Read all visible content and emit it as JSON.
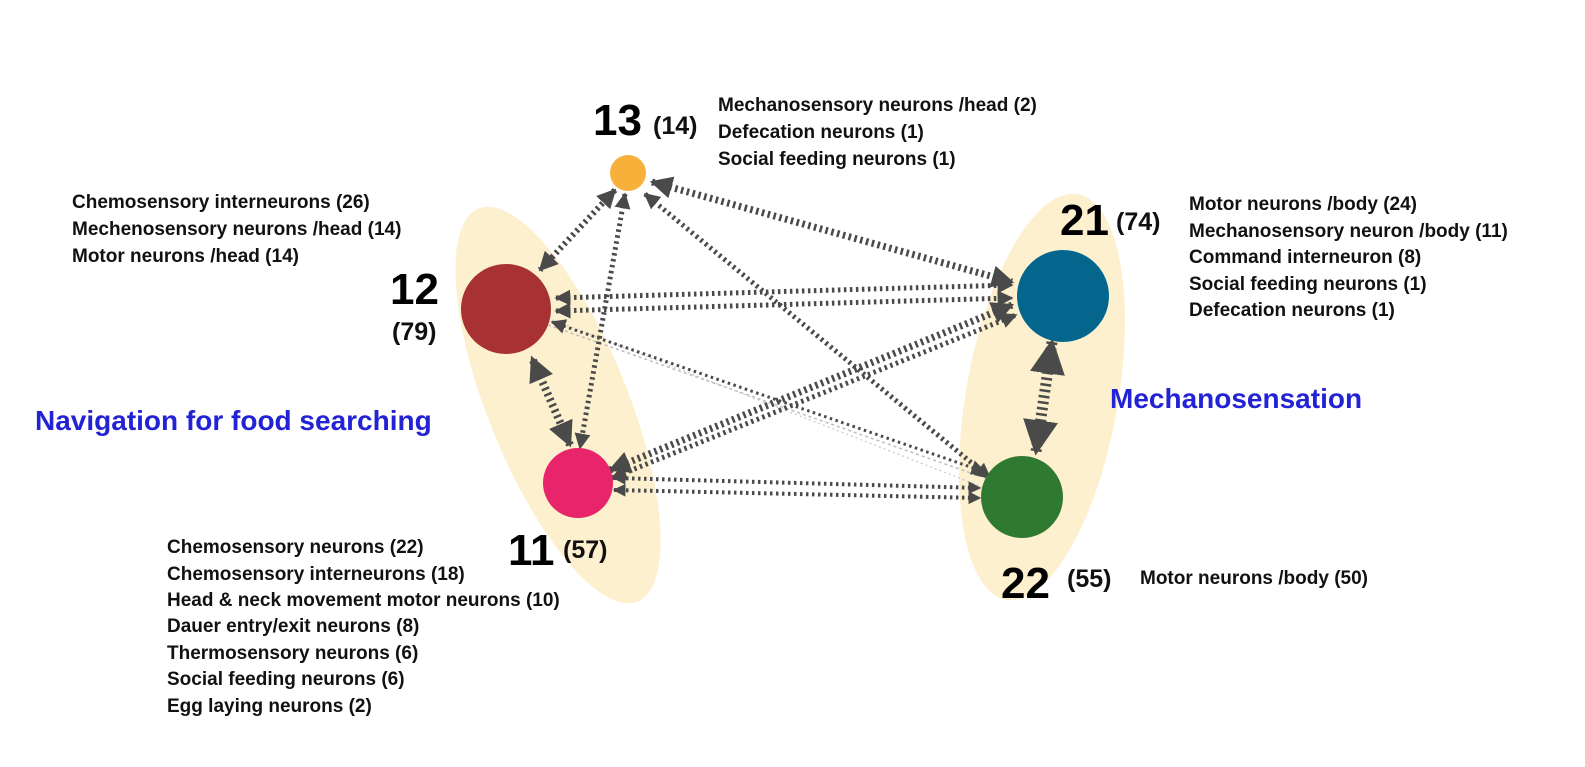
{
  "colors": {
    "group_fill": "#fdf0cf",
    "edge": "#4a4a4a",
    "group_label": "#2323d6"
  },
  "groups": [
    {
      "id": "left",
      "label": "Navigation for food searching"
    },
    {
      "id": "right",
      "label": "Mechanosensation"
    }
  ],
  "nodes": [
    {
      "id": "13",
      "count": "(14)",
      "color": "#f7b13b",
      "items": [
        "Mechanosensory neurons /head (2)",
        "Defecation neurons (1)",
        "Social feeding neurons (1)"
      ]
    },
    {
      "id": "12",
      "count": "(79)",
      "color": "#a83233",
      "items": [
        "Chemosensory interneurons (26)",
        "Mechenosensory neurons /head (14)",
        "Motor neurons /head (14)"
      ]
    },
    {
      "id": "11",
      "count": "(57)",
      "color": "#e8256b",
      "items": [
        "Chemosensory neurons (22)",
        "Chemosensory interneurons (18)",
        "Head & neck movement motor neurons (10)",
        "Dauer entry/exit neurons (8)",
        "Thermosensory neurons (6)",
        "Social feeding neurons (6)",
        "Egg laying neurons (2)"
      ]
    },
    {
      "id": "21",
      "count": "(74)",
      "color": "#05668d",
      "items": [
        "Motor neurons /body (24)",
        "Mechanosensory neuron /body (11)",
        "Command interneuron (8)",
        "Social feeding neurons (1)",
        "Defecation neurons (1)"
      ]
    },
    {
      "id": "22",
      "count": "(55)",
      "color": "#2f7a30",
      "items": [
        "Motor neurons /body (50)"
      ]
    }
  ]
}
